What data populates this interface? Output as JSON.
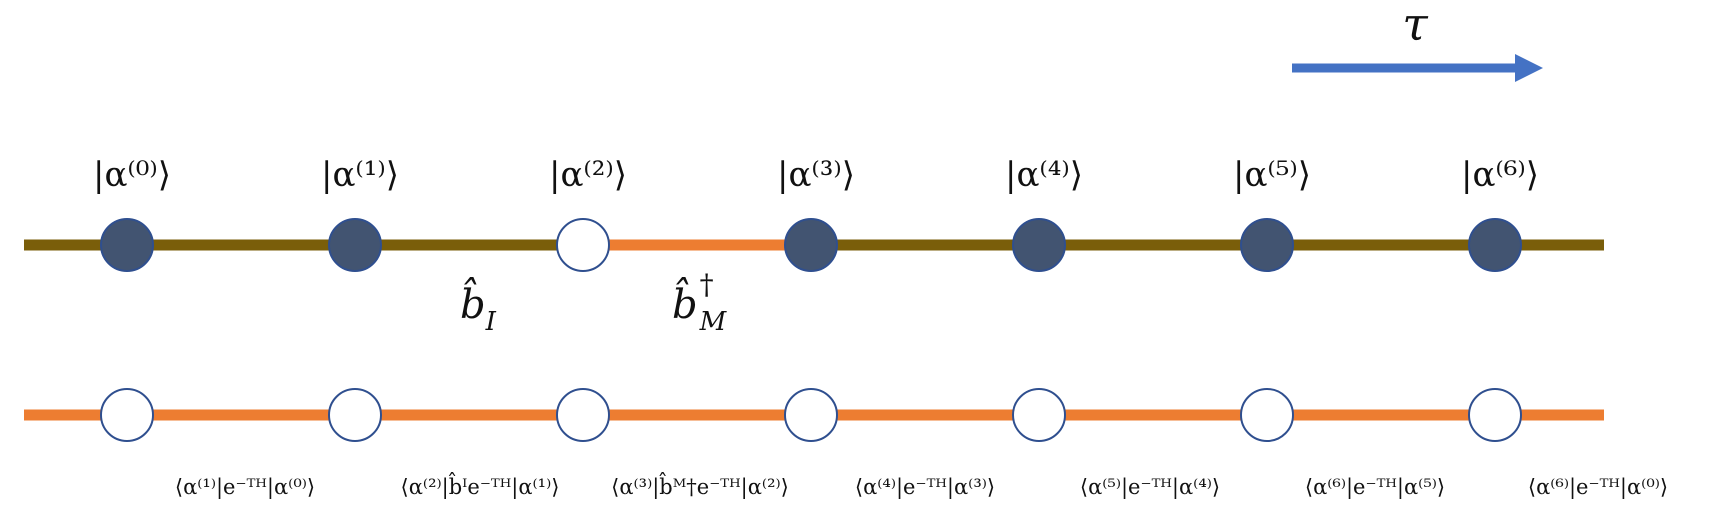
{
  "colors": {
    "top_line": "#7a5e0a",
    "bottom_line": "#ed7d31",
    "filled_node": "#425471",
    "node_stroke": "#2f4f8f",
    "arrow": "#4472c4"
  },
  "tau": {
    "symbol": "τ"
  },
  "top_track": {
    "states": [
      {
        "label": "|α⁽⁰⁾⟩",
        "filled": true
      },
      {
        "label": "|α⁽¹⁾⟩",
        "filled": true
      },
      {
        "label": "|α⁽²⁾⟩",
        "filled": false
      },
      {
        "label": "|α⁽³⁾⟩",
        "filled": true
      },
      {
        "label": "|α⁽⁴⁾⟩",
        "filled": true
      },
      {
        "label": "|α⁽⁵⁾⟩",
        "filled": true
      },
      {
        "label": "|α⁽⁶⁾⟩",
        "filled": true
      }
    ],
    "orange_segment": {
      "from_state": 2,
      "to_state": 3
    },
    "operators": [
      {
        "base": "b̂",
        "sub": "I",
        "sup": ""
      },
      {
        "base": "b̂",
        "sub": "M",
        "sup": "†"
      }
    ]
  },
  "bottom_track": {
    "node_count": 7,
    "matrix_elements": [
      "⟨α⁽¹⁾|e⁻ᵀᴴ|α⁽⁰⁾⟩",
      "⟨α⁽²⁾|b̂ᴵe⁻ᵀᴴ|α⁽¹⁾⟩",
      "⟨α⁽³⁾|b̂ᴹ†e⁻ᵀᴴ|α⁽²⁾⟩",
      "⟨α⁽⁴⁾|e⁻ᵀᴴ|α⁽³⁾⟩",
      "⟨α⁽⁵⁾|e⁻ᵀᴴ|α⁽⁴⁾⟩",
      "⟨α⁽⁶⁾|e⁻ᵀᴴ|α⁽⁵⁾⟩",
      "⟨α⁽⁶⁾|e⁻ᵀᴴ|α⁽⁰⁾⟩"
    ]
  }
}
